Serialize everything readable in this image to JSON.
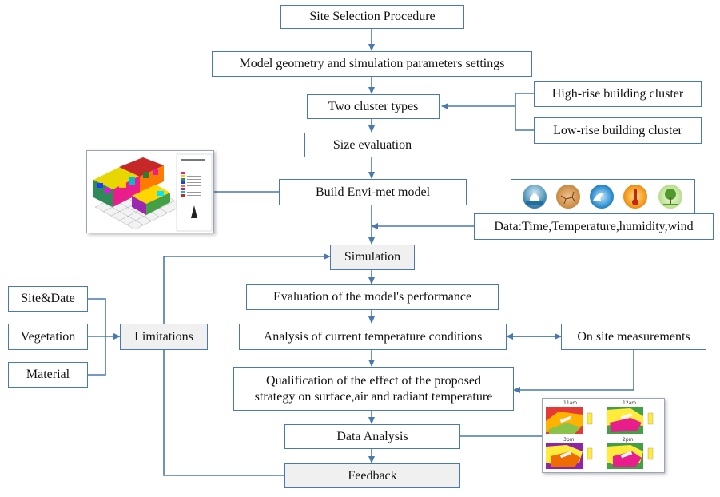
{
  "boxes": {
    "site_selection": "Site Selection Procedure",
    "model_geometry": "Model geometry and simulation parameters settings",
    "two_cluster": "Two cluster types",
    "high_rise": "High-rise building cluster",
    "low_rise": "Low-rise building cluster",
    "size_eval": "Size evaluation",
    "build_envimet": "Build Envi-met model",
    "data_input": "Data:Time,Temperature,humidity,wind",
    "simulation": "Simulation",
    "eval_performance": "Evaluation of the model's performance",
    "analysis_current": "Analysis of current temperature conditions",
    "on_site": "On site measurements",
    "qualification": "Qualification of the effect of the proposed strategy on surface,air and radiant temperature",
    "data_analysis": "Data Analysis",
    "feedback": "Feedback",
    "limitations": "Limitations",
    "site_date": "Site&Date",
    "vegetation": "Vegetation",
    "material": "Material"
  },
  "results_thumbnail": {
    "panels": [
      "11am",
      "12am",
      "3pm",
      "2pm"
    ]
  },
  "icons": [
    "flood-icon",
    "drought-icon",
    "wave-icon",
    "thermometer-icon",
    "tree-icon"
  ],
  "colors": {
    "border": "#4a78b0",
    "arrow": "#4a78b0",
    "shaded_fill": "#f0f0f0"
  }
}
